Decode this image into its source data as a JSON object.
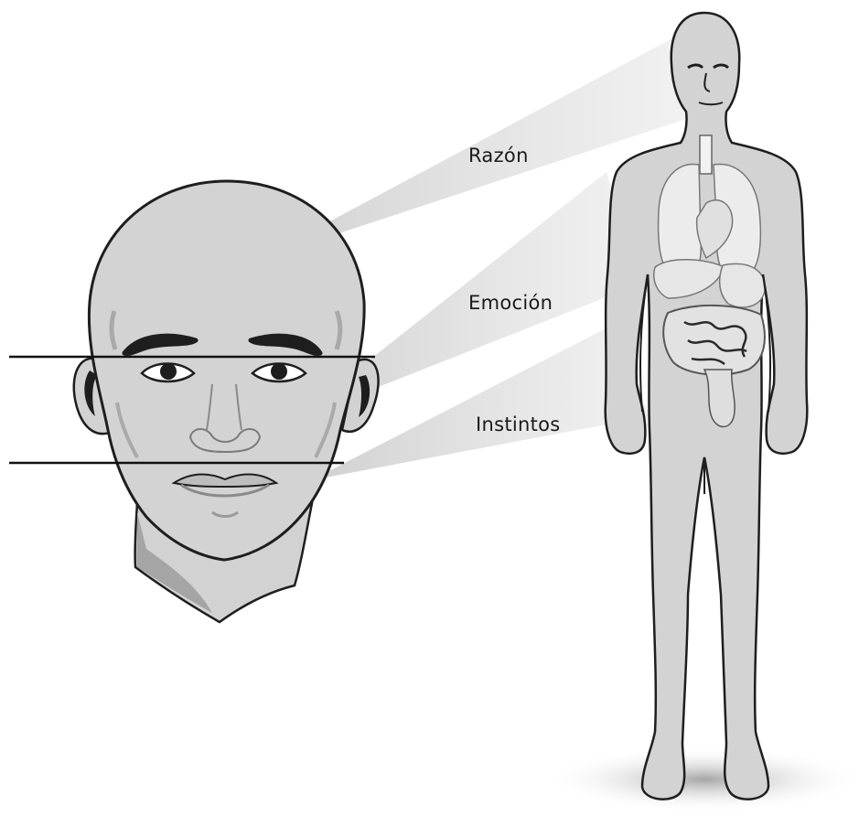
{
  "labels": {
    "razon": "Razón",
    "emocion": "Emoción",
    "instintos": "Instintos"
  },
  "colors": {
    "skin": "#d3d3d3",
    "skin_shadow": "#a9a9a9",
    "outline": "#1e1e1e",
    "beam": "#cfcfcf",
    "organ": "#e8e8e8",
    "floor_shadow": "#b5b5b5"
  }
}
